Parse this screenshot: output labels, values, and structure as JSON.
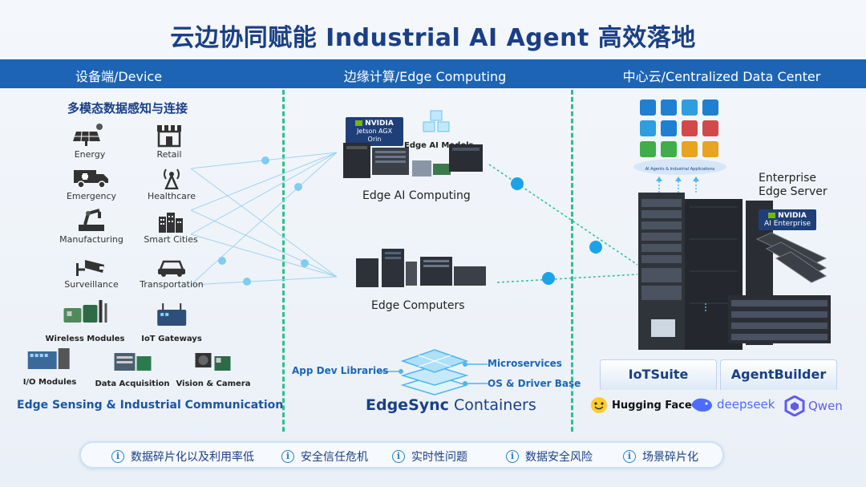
{
  "title": "云边协同赋能 Industrial AI Agent 高效落地",
  "columns": {
    "device": "设备端/Device",
    "edge": "边缘计算/Edge Computing",
    "cloud": "中心云/Centralized Data Center"
  },
  "device": {
    "subtitle": "多模态数据感知与连接",
    "categories": [
      "Energy",
      "Retail",
      "Emergency",
      "Healthcare",
      "Manufacturing",
      "Smart Cities",
      "Surveillance",
      "Transportation"
    ],
    "hardware": [
      "Wireless Modules",
      "IoT Gateways",
      "I/O Modules",
      "Data Acquisition",
      "Vision & Camera"
    ],
    "footer": "Edge Sensing & Industrial Communication"
  },
  "edge": {
    "nvidia_badge": {
      "brand": "NVIDIA",
      "product": "Jetson AGX Orin"
    },
    "models_label": "Edge AI Models",
    "ai_computing": "Edge AI Computing",
    "computers": "Edge Computers",
    "app_dev": "App Dev Libraries",
    "microservices": "Microservices",
    "os_driver": "OS & Driver Base",
    "edgesync_bold": "EdgeSync",
    "edgesync_rest": " Containers"
  },
  "cloud": {
    "apps_caption": "AI Agents & Industrial Applications",
    "enterprise_line1": "Enterprise",
    "enterprise_line2": "Edge Server",
    "nvidia_badge": {
      "brand": "NVIDIA",
      "product": "AI Enterprise"
    },
    "tabs": [
      "IoTSuite",
      "AgentBuilder"
    ],
    "logos": [
      {
        "name": "Hugging Face",
        "color": "#111111"
      },
      {
        "name": "deepseek",
        "color": "#4d6bfe"
      },
      {
        "name": "Qwen",
        "color": "#615ced"
      }
    ]
  },
  "issues": [
    "数据碎片化以及利用率低",
    "安全信任危机",
    "实时性问题",
    "数据安全风险",
    "场景碎片化"
  ],
  "colors": {
    "primary": "#1d64b5",
    "title": "#1a3f86",
    "dot": "#1aa3e8",
    "divider": "#2fbf8f",
    "nvidia_green": "#76b900"
  }
}
